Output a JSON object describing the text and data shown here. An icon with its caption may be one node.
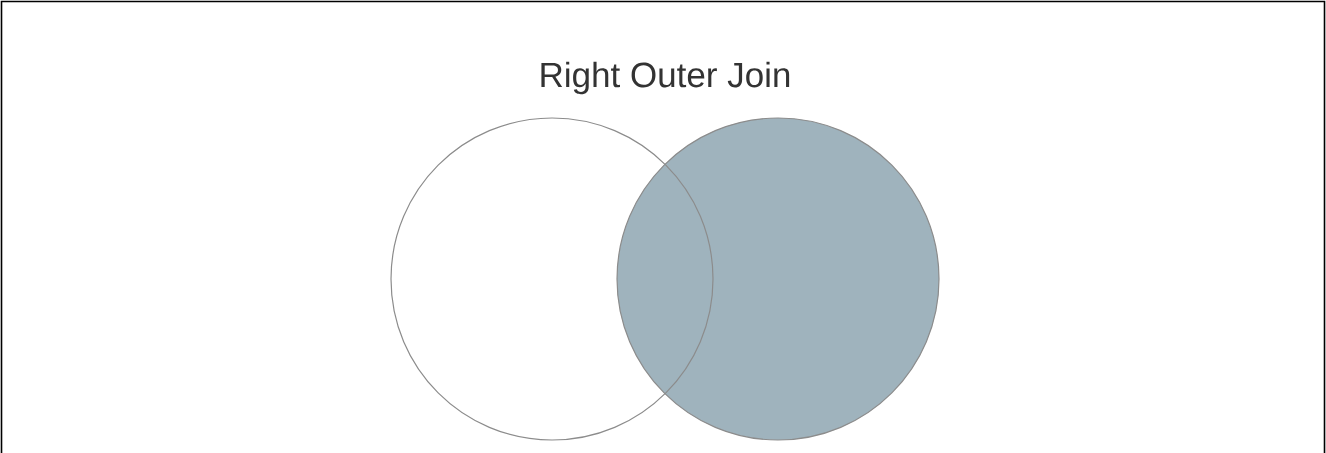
{
  "diagram": {
    "title": "Right Outer Join",
    "nodes": [
      {
        "text": [],
        "shape": "circle"
      },
      {
        "text": [],
        "shape": "circle"
      }
    ]
  }
}
